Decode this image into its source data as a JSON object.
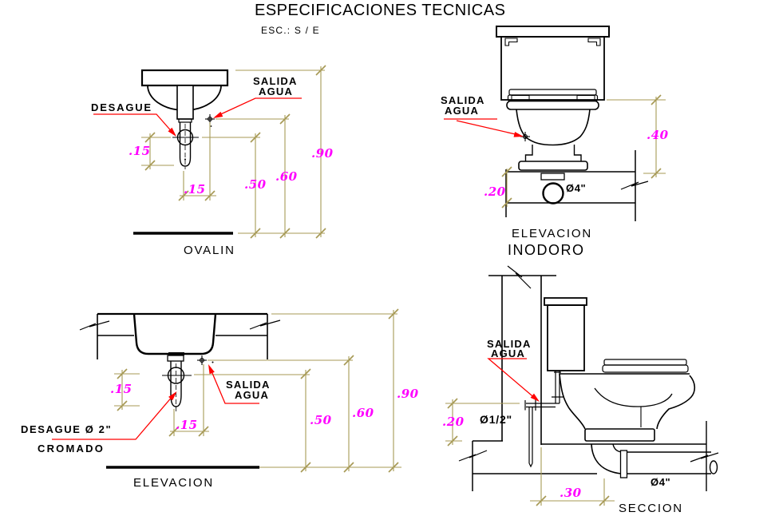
{
  "page": {
    "title": "ESPECIFICACIONES TECNICAS",
    "scale_label": "ESC.: S / E"
  },
  "colors": {
    "line": "#000000",
    "dimension_lines": "#A79A56",
    "dimension_text": "#FF00FF",
    "leader_arrows": "#FF0000"
  },
  "ovalin": {
    "title": "OVALIN",
    "desague_label": "DESAGUE",
    "salida_label": "SALIDA",
    "agua_label": "AGUA",
    "dim_15_vertical": ".15",
    "dim_15_horizontal": ".15",
    "dim_50": ".50",
    "dim_60": ".60",
    "dim_90": ".90"
  },
  "inodoro_elevation": {
    "title_line1": "ELEVACION",
    "title_line2": "INODORO",
    "salida_label": "SALIDA",
    "agua_label": "AGUA",
    "drain_diameter": "Ø4\"",
    "dim_40": ".40",
    "dim_20": ".20"
  },
  "sink_elevation": {
    "title": "ELEVACION",
    "desague_label": "DESAGUE Ø 2\"",
    "cromado_label": "CROMADO",
    "salida_label": "SALIDA",
    "agua_label": "AGUA",
    "dim_15_vertical": ".15",
    "dim_15_horizontal": ".15",
    "dim_50": ".50",
    "dim_60": ".60",
    "dim_90": ".90"
  },
  "inodoro_section": {
    "title": "SECCION",
    "salida_label": "SALIDA",
    "agua_label": "AGUA",
    "supply_diameter": "Ø1/2\"",
    "drain_diameter": "Ø4\"",
    "dim_20": ".20",
    "dim_30": ".30"
  }
}
